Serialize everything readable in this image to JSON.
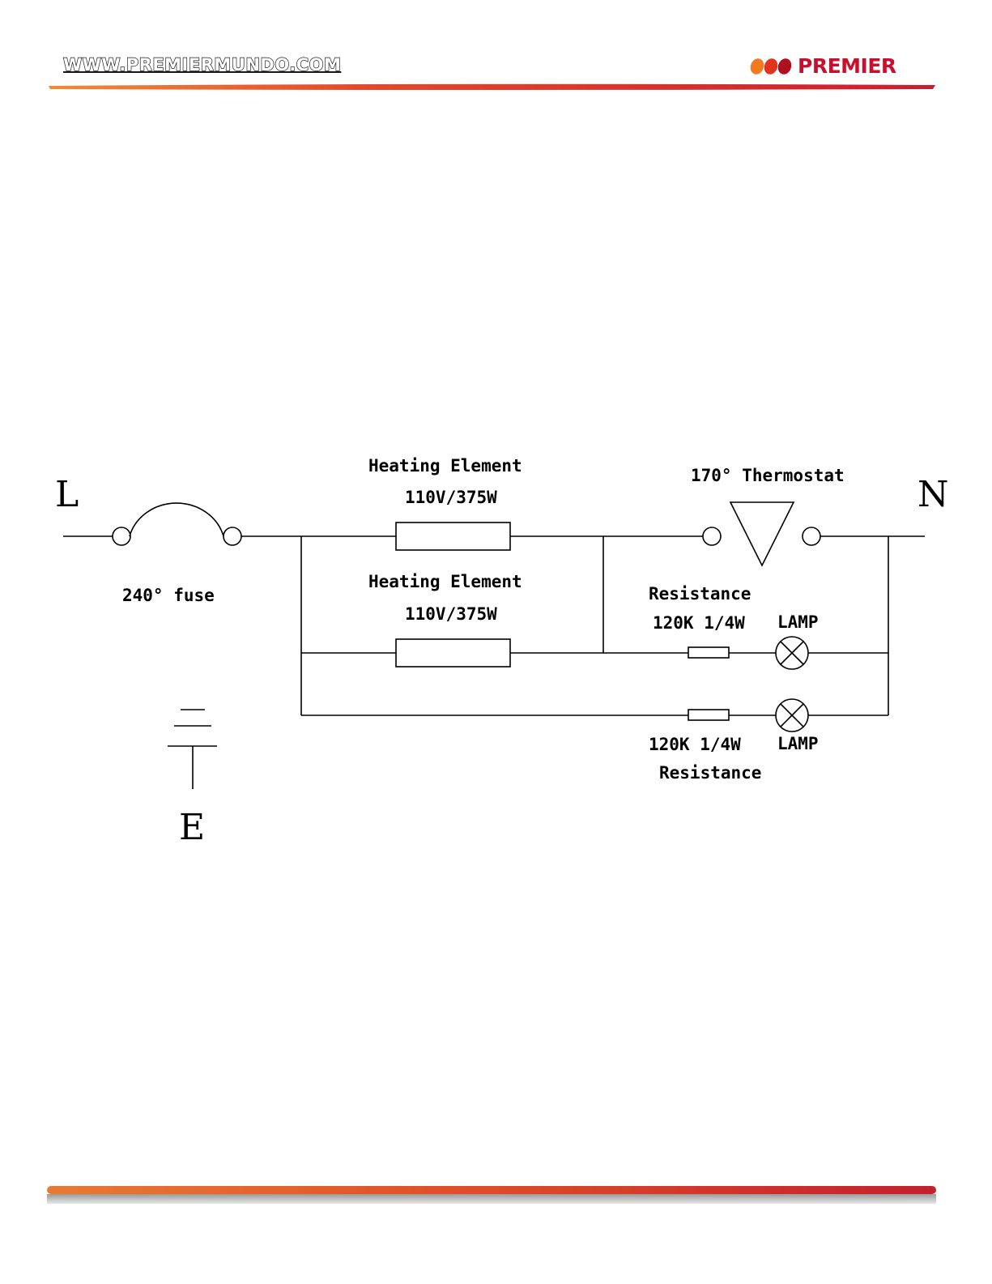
{
  "header": {
    "website": "WWW.PREMIERMUNDO.COM",
    "brand": "PREMIER",
    "brand_color": "#c8102e",
    "bar_colors": [
      "#e8772e",
      "#cc1f2f"
    ]
  },
  "diagram": {
    "terminals": {
      "line": "L",
      "neutral": "N",
      "earth": "E"
    },
    "fuse": {
      "label": "240° fuse"
    },
    "heating_element_1": {
      "name": "Heating Element",
      "rating": "110V/375W"
    },
    "heating_element_2": {
      "name": "Heating Element",
      "rating": "110V/375W"
    },
    "thermostat": {
      "label": "170° Thermostat"
    },
    "upper_indicator": {
      "resistance_name": "Resistance",
      "resistance_value": "120K 1/4W",
      "lamp": "LAMP"
    },
    "lower_indicator": {
      "resistance_value": "120K 1/4W",
      "resistance_name": "Resistance",
      "lamp": "LAMP"
    }
  }
}
